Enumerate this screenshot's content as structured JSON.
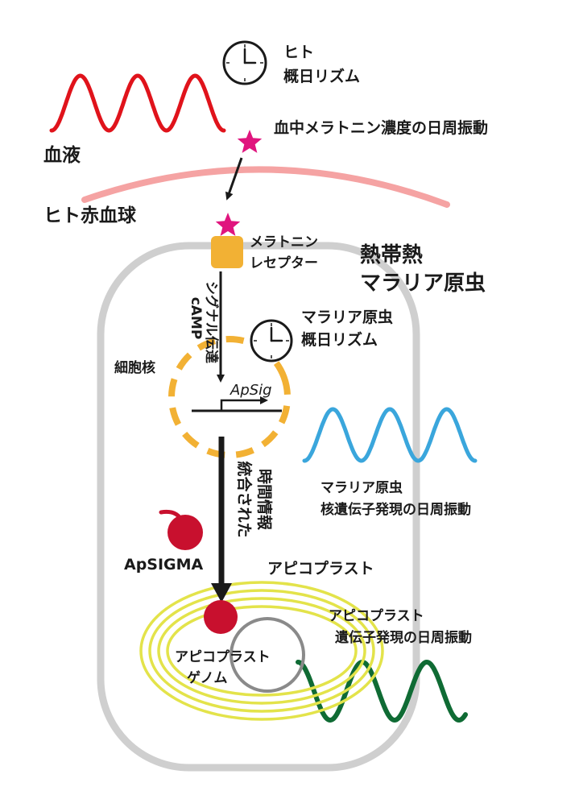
{
  "clocks": [
    {
      "name": "human-clock-icon",
      "icon": "clock-icon"
    },
    {
      "name": "parasite-clock-icon",
      "icon": "clock-icon"
    }
  ],
  "labels": {
    "human_rhythm_1": "ヒト",
    "human_rhythm_2": "概日リズム",
    "melatonin_oscillation": "血中メラトニン濃度の日周振動",
    "blood": "血液",
    "rbc": "ヒト赤血球",
    "receptor_1": "メラトニン",
    "receptor_2": "レセプター",
    "malaria_title_1": "熱帯熱",
    "malaria_title_2": "マラリア原虫",
    "parasite_rhythm_1": "マラリア原虫",
    "parasite_rhythm_2": "概日リズム",
    "camp_1": "cAMP",
    "camp_2": "シグナル伝達",
    "nucleus": "細胞核",
    "apsig": "ApSig",
    "nuclear_osc_1": "マラリア原虫",
    "nuclear_osc_2": "核遺伝子発現の日周振動",
    "integrated_1": "統合された",
    "integrated_2": "時間情報",
    "apsigma": "ApSIGMA",
    "apicoplast": "アピコプラスト",
    "apicoplast_osc_1": "アピコプラスト",
    "apicoplast_osc_2": "遺伝子発現の日周振動",
    "genome_1": "アピコプラスト",
    "genome_2": "ゲノム"
  },
  "colors": {
    "blood_wave": "#e0131b",
    "melatonin_star": "#e0157e",
    "rbc_membrane": "#f5a3a3",
    "receptor": "#f2b134",
    "parasite_membrane": "#cfcfcf",
    "nucleus_dash": "#f2b134",
    "nuclear_wave": "#3aa6dc",
    "apsigma": "#c8102e",
    "apicoplast_membrane": "#e3e34a",
    "genome_ring": "#8a8a8a",
    "apicoplast_wave": "#0f6b34",
    "arrow": "#1a1a1a"
  }
}
